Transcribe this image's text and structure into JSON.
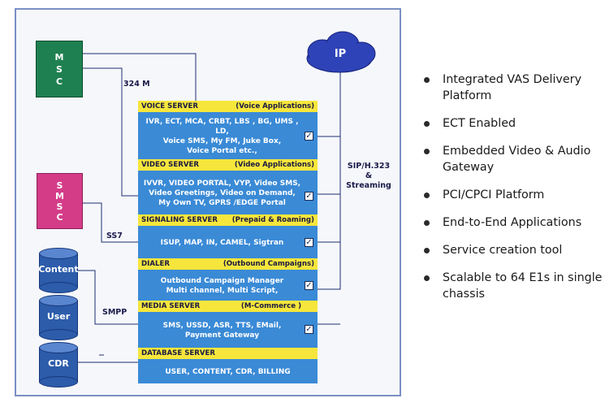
{
  "nodes": {
    "msc": [
      "M",
      "S",
      "C"
    ],
    "smsc": [
      "S",
      "M",
      "S",
      "C"
    ],
    "databases": [
      "Content",
      "User",
      "CDR"
    ],
    "cloud": "IP"
  },
  "links": {
    "msc_to_video": "324 M",
    "smsc_to_signaling": "SS7",
    "db_to_media": "SMPP",
    "ip_to_servers": [
      "SIP/H.323",
      "&",
      "Streaming"
    ]
  },
  "servers": [
    {
      "title": "VOICE SERVER",
      "role": "(Voice Applications)",
      "lines": [
        "IVR, ECT, MCA, CRBT, LBS , BG, UMS , LD,",
        "Voice SMS, My FM, Juke Box,",
        "Voice Portal etc.,"
      ],
      "checked": true
    },
    {
      "title": "VIDEO SERVER",
      "role": "(Video Applications)",
      "lines": [
        "IVVR, VIDEO PORTAL, VYP, Video SMS,",
        "Video Greetings, Video on Demand,",
        "My Own TV, GPRS /EDGE Portal"
      ],
      "checked": true
    },
    {
      "title": "SIGNALING SERVER",
      "role": "(Prepaid & Roaming)",
      "lines": [
        "ISUP, MAP, IN, CAMEL, Sigtran"
      ],
      "checked": true
    },
    {
      "title": "DIALER",
      "role": "(Outbound Campaigns)",
      "lines": [
        "Outbound Campaign Manager",
        "Multi channel, Multi Script,"
      ],
      "checked": true
    },
    {
      "title": "MEDIA SERVER",
      "role": "(M-Commerce )",
      "lines": [
        "SMS, USSD, ASR, TTS, EMail,",
        "Payment Gateway"
      ],
      "checked": true
    },
    {
      "title": "DATABASE SERVER",
      "role": "",
      "lines": [
        "USER, CONTENT, CDR, BILLING"
      ],
      "checked": false
    }
  ],
  "features": [
    "Integrated VAS Delivery Platform",
    "ECT Enabled",
    "Embedded Video & Audio Gateway",
    "PCI/CPCI Platform",
    "End-to-End Applications",
    "Service creation tool",
    "Scalable to 64 E1s in single chassis"
  ],
  "colors": {
    "header": "#f6e63c",
    "body": "#3a8ad6",
    "msc": "#1e8050",
    "smsc": "#d43c88",
    "database": "#2c5caa",
    "cloud": "#2f43b8"
  }
}
